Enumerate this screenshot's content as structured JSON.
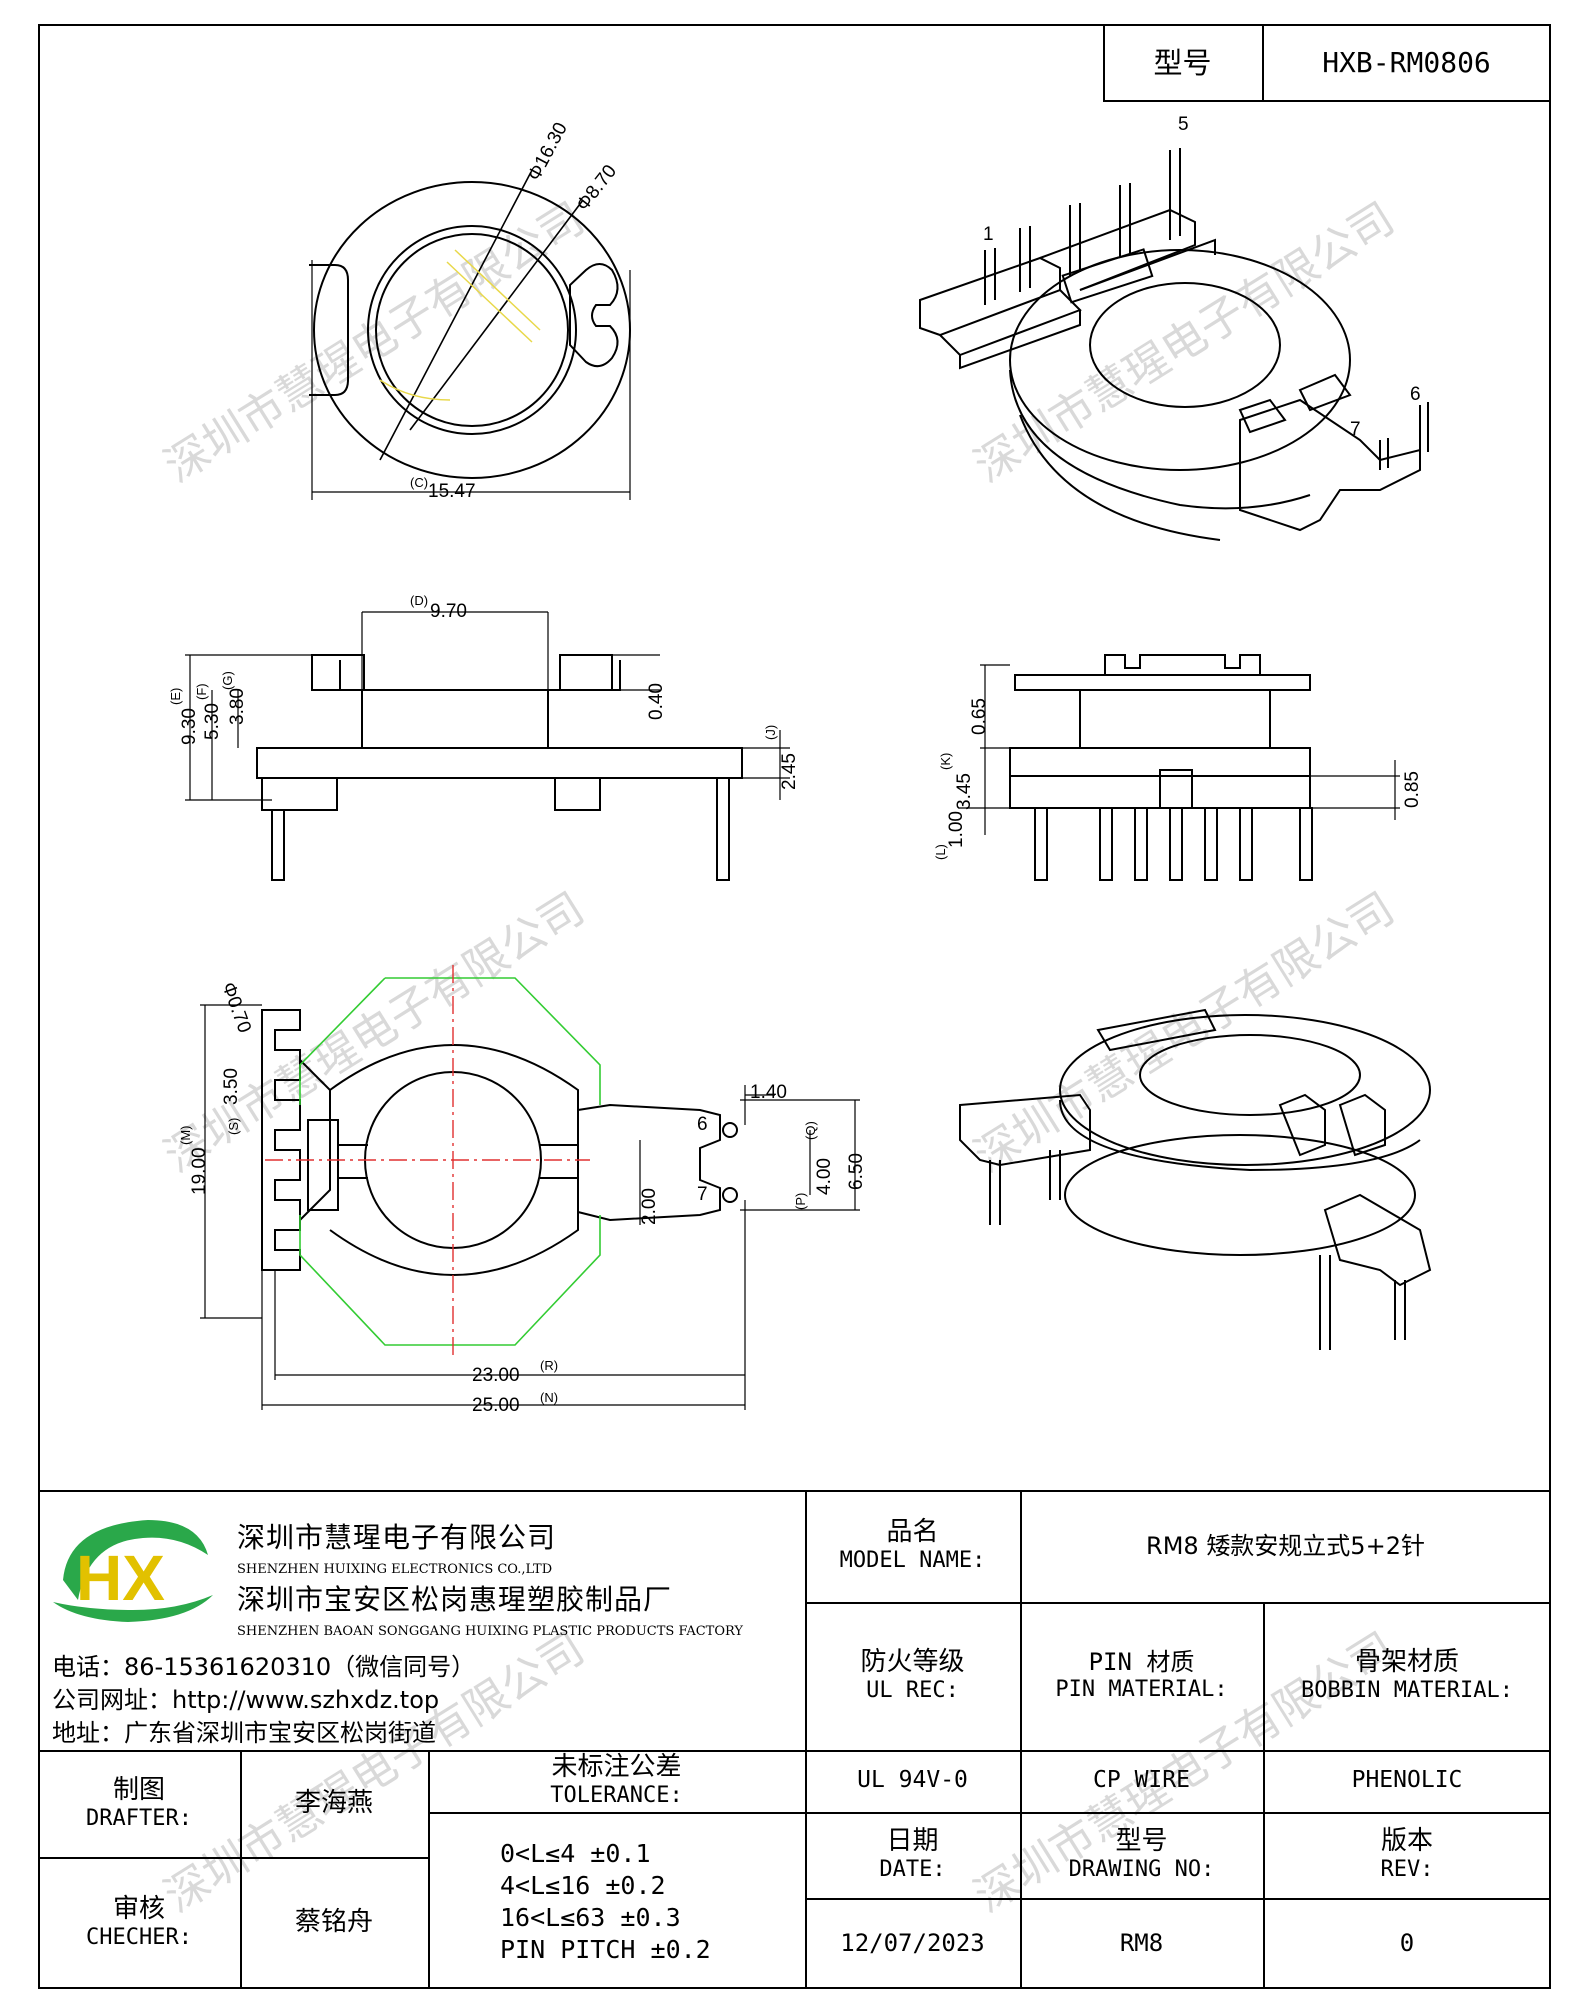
{
  "header": {
    "model_label": "型号",
    "model_value": "HXB-RM0806"
  },
  "drawing": {
    "pin_labels": [
      "1",
      "5",
      "6",
      "7"
    ],
    "dims": {
      "d16": "Φ16.30",
      "d8": "Φ8.70",
      "w1547": "15.47",
      "w970": "9.70",
      "h930": "9.30",
      "h530": "5.30",
      "h380": "3.80",
      "h040": "0.40",
      "h245": "2.45",
      "h065": "0.65",
      "h345": "3.45",
      "h100": "1.00",
      "h085": "0.85",
      "p070": "Φ0.70",
      "h350": "3.50",
      "h1900": "19.00",
      "w140": "1.40",
      "w400": "4.00",
      "w650": "6.50",
      "w200": "2.00",
      "w2300": "23.00",
      "w2500": "25.00"
    },
    "callouts": {
      "c": "(C)",
      "d": "(D)",
      "e": "(E)",
      "f": "(F)",
      "g": "(G)",
      "j": "(J)",
      "k": "(K)",
      "l": "(L)",
      "m": "(M)",
      "n": "(N)",
      "p": "(P)",
      "q": "(Q)",
      "r": "(R)",
      "s": "(S)"
    }
  },
  "watermark": "深圳市慧瑆电子有限公司",
  "company": {
    "logo_letters": "HX",
    "name_cn": "深圳市慧瑆电子有限公司",
    "name_en": "SHENZHEN HUIXING ELECTRONICS CO.,LTD",
    "factory_cn": "深圳市宝安区松岗惠瑆塑胶制品厂",
    "factory_en": "SHENZHEN BAOAN SONGGANG HUIXING PLASTIC PRODUCTS FACTORY",
    "phone": "电话：86-15361620310（微信同号）",
    "website": "公司网址：http://www.szhxdz.top",
    "address": "地址：广东省深圳市宝安区松岗街道"
  },
  "title_block": {
    "model_name_cn": "品名",
    "model_name_en": "MODEL NAME:",
    "model_name_value": "RM8 矮款安规立式5+2针",
    "ul_cn": "防火等级",
    "ul_en": "UL REC:",
    "pin_cn": "PIN 材质",
    "pin_en": "PIN MATERIAL:",
    "bobbin_cn": "骨架材质",
    "bobbin_en": "BOBBIN MATERIAL:",
    "ul_value": "UL 94V-0",
    "pin_value": "CP WIRE",
    "bobbin_value": "PHENOLIC",
    "drafter_cn": "制图",
    "drafter_en": "DRAFTER:",
    "drafter_name": "李海燕",
    "checker_cn": "审核",
    "checker_en": "CHECHER:",
    "checker_name": "蔡铭舟",
    "tol_cn": "未标注公差",
    "tol_en": "TOLERANCE:",
    "tol_lines": [
      "0<L≤4   ±0.1",
      "4<L≤16  ±0.2",
      "16<L≤63  ±0.3",
      "PIN PITCH  ±0.2"
    ],
    "date_cn": "日期",
    "date_en": "DATE:",
    "date_value": "12/07/2023",
    "dwg_cn": "型号",
    "dwg_en": "DRAWING NO:",
    "dwg_value": "RM8",
    "rev_cn": "版本",
    "rev_en": "REV:",
    "rev_value": "0"
  }
}
